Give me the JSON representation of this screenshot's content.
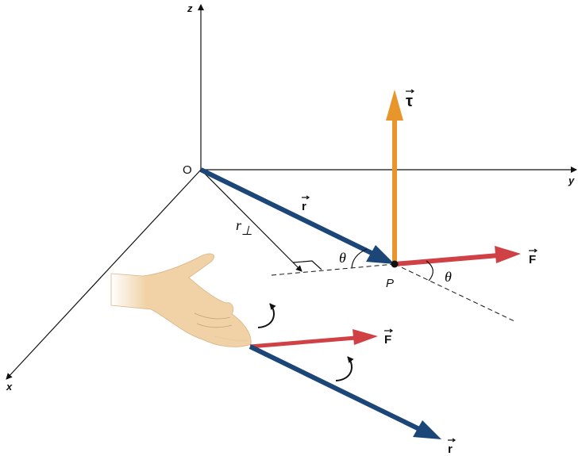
{
  "labels": {
    "z_axis": "z",
    "y_axis": "y",
    "x_axis": "x",
    "origin": "O",
    "r_vector": "r",
    "r_perp": "r",
    "r_perp_sub": "⊥",
    "torque": "τ",
    "force": "F",
    "point": "P",
    "theta_1": "θ",
    "theta_2": "θ",
    "force_2": "F",
    "r_vector_2": "r"
  },
  "colors": {
    "r_vector": "#1b4677",
    "force": "#cf4145",
    "torque": "#e8952b",
    "skin": "#f1d2a6"
  }
}
